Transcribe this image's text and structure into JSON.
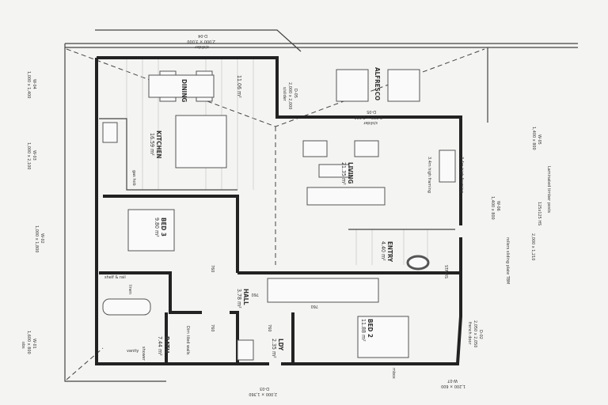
{
  "rooms": {
    "dining": {
      "name": "DINING",
      "area": "11.06 m²"
    },
    "kitchen": {
      "name": "KITCHEN",
      "area": "16.59 m²"
    },
    "alfresco": {
      "name": "ALFRESCO"
    },
    "living": {
      "name": "LIVING",
      "area": "21.35 m²"
    },
    "bed3": {
      "name": "BED 3",
      "area": "9.80 m²"
    },
    "entry": {
      "name": "ENTRY",
      "area": "4.40 m²"
    },
    "stairs": {
      "name": "STAIRS"
    },
    "hall": {
      "name": "HALL",
      "area": "3.78 m²"
    },
    "bath": {
      "name": "BATH",
      "area": "7.44 m²"
    },
    "ldy": {
      "name": "LDY",
      "area": "2.35 m²"
    },
    "bed2": {
      "name": "BED 2",
      "area": "11.88 m²"
    }
  },
  "notes": {
    "gas_hob": "gas hob",
    "framing_left": "3.4m high framing",
    "framing_right": "3.4m high framing",
    "laminated_posts": "Laminated timber posts",
    "hs": "125x125 HS",
    "rollers": "rollers sliding plate TBM",
    "linen": "linen",
    "linen_shelves": "shelf & rail",
    "vanity": "vanity",
    "shower": "shower",
    "tiled_walls": "Dim tiled walls",
    "door_760": "760",
    "mbox": "mbox"
  },
  "openings": {
    "d04": {
      "id": "D-04",
      "size": "2,000 × 3,000",
      "type": "s/slider"
    },
    "d05a": {
      "id": "D-05",
      "size": "2,000 x 2,000",
      "type": "s/slider"
    },
    "d05b": {
      "id": "D-05",
      "size": "2,000 × 2,000",
      "type": "s/slider"
    },
    "w04": {
      "id": "W-04",
      "size": "1,000 x 1,400"
    },
    "w03": {
      "id": "W-03",
      "size": "1,000 x 2,100"
    },
    "w02": {
      "id": "W-02",
      "size": "1,000 x 1,800"
    },
    "w01": {
      "id": "W-01",
      "size": "1,600 x 800",
      "type": "obs"
    },
    "w05": {
      "id": "W-05",
      "size": "1,400 x 800"
    },
    "w06": {
      "id": "W-06",
      "size": "1,400 x 800"
    },
    "d01": {
      "size": "2,000 x 1,210"
    },
    "d02": {
      "id": "D-02",
      "size": "2,050 x 2,050",
      "type": "french door"
    },
    "d03": {
      "id": "D-03",
      "size": "2,000 × 1,360"
    },
    "w07": {
      "id": "W-07",
      "size": "1,200 × 600"
    }
  }
}
